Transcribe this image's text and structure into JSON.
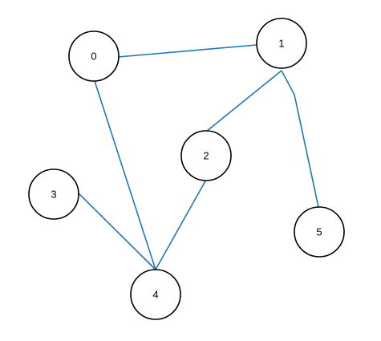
{
  "graph": {
    "edge_color": "#1f77b4",
    "node_fill": "#ffffff",
    "node_stroke": "#000000",
    "nodes": [
      {
        "id": "n0",
        "label": "0"
      },
      {
        "id": "n1",
        "label": "1"
      },
      {
        "id": "n2",
        "label": "2"
      },
      {
        "id": "n3",
        "label": "3"
      },
      {
        "id": "n4",
        "label": "4"
      },
      {
        "id": "n5",
        "label": "5"
      }
    ],
    "edges": [
      {
        "source": "n0",
        "target": "n1"
      },
      {
        "source": "n0",
        "target": "n4"
      },
      {
        "source": "n1",
        "target": "n2"
      },
      {
        "source": "n1",
        "target": "n5"
      },
      {
        "source": "n2",
        "target": "n4"
      },
      {
        "source": "n3",
        "target": "n4"
      }
    ]
  }
}
